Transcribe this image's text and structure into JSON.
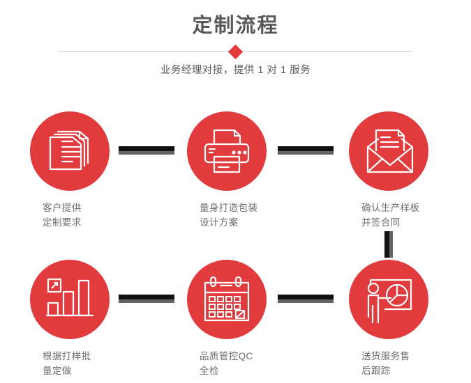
{
  "header": {
    "title": "定制流程",
    "subtitle": "业务经理对接，提供 1 对 1 服务",
    "divider_icon": "diamond-icon",
    "accent_color": "#e13b3d",
    "title_color": "#595959",
    "divider_color": "#cccccc"
  },
  "flow": {
    "caption_color": "#6e6e6e",
    "connector_color": "#111111",
    "connector_shadow_color": "#636363",
    "steps": [
      {
        "id": 1,
        "icon": "documents-stack-icon",
        "caption": "客户提供\n定制要求"
      },
      {
        "id": 2,
        "icon": "printer-icon",
        "caption": "量身打造包装\n设计方案"
      },
      {
        "id": 3,
        "icon": "envelope-letter-icon",
        "caption": "确认生产样板\n并签合同"
      },
      {
        "id": 4,
        "icon": "bar-chart-growth-icon",
        "caption": "根据打样批\n量定做"
      },
      {
        "id": 5,
        "icon": "calendar-check-icon",
        "caption": "品质管控QC\n全检"
      },
      {
        "id": 6,
        "icon": "presenter-pie-chart-icon",
        "caption": "送货服务售\n后跟踪"
      }
    ],
    "connectors": [
      {
        "id": "h1",
        "orientation": "horizontal"
      },
      {
        "id": "h2",
        "orientation": "horizontal"
      },
      {
        "id": "v1",
        "orientation": "vertical"
      },
      {
        "id": "h3",
        "orientation": "horizontal"
      },
      {
        "id": "h4",
        "orientation": "horizontal"
      }
    ]
  }
}
